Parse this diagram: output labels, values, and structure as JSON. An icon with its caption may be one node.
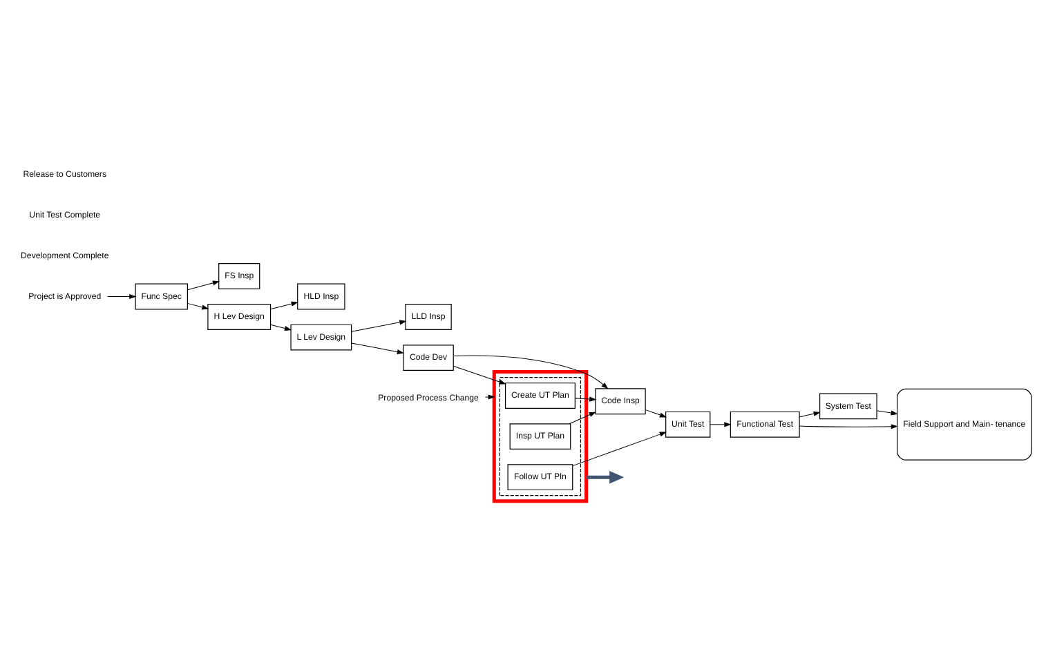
{
  "diagram": {
    "nodes": [
      {
        "text": [
          "Project is Approved"
        ]
      },
      {
        "text": [
          "Func Spec"
        ]
      },
      {
        "text": [
          "FS Insp"
        ]
      },
      {
        "text": [
          "H Lev Design"
        ]
      },
      {
        "text": [
          "HLD Insp"
        ]
      },
      {
        "text": [
          "L Lev Design"
        ]
      },
      {
        "text": [
          "LLD Insp"
        ]
      },
      {
        "text": [
          "Code Dev"
        ]
      },
      {
        "text": [
          "Code Insp"
        ]
      },
      {
        "text": [
          "Unit Test"
        ]
      },
      {
        "text": [
          "Functional Test"
        ]
      },
      {
        "text": [
          "System Test"
        ]
      },
      {
        "text": [
          "Field Support and Main- tenance"
        ]
      },
      {
        "text": [
          "Proposed Process Change"
        ]
      },
      {
        "text": [],
        "shape": "box"
      },
      {
        "text": [],
        "shape": "box",
        "in": 14
      },
      {
        "text": [
          "Create UT Plan"
        ],
        "in": 15
      },
      {
        "text": [
          "Insp UT Plan"
        ],
        "in": 15
      },
      {
        "text": [
          "Follow UT Pln"
        ],
        "in": 15
      }
    ],
    "edges": [
      {
        "from": 0,
        "to": 1,
        "arrow": "to"
      },
      {
        "from": 1,
        "to": 2,
        "arrow": "to"
      },
      {
        "from": 1,
        "to": 3,
        "arrow": "to"
      },
      {
        "from": 3,
        "to": 4,
        "arrow": "to"
      },
      {
        "from": 3,
        "to": 5,
        "arrow": "to"
      },
      {
        "from": 5,
        "to": 6,
        "arrow": "to"
      },
      {
        "from": 5,
        "to": 7,
        "arrow": "to"
      },
      {
        "from": 7,
        "to": 8,
        "arrow": "to"
      },
      {
        "from": 8,
        "to": 9,
        "arrow": "to"
      },
      {
        "from": 9,
        "to": 10,
        "arrow": "to"
      },
      {
        "from": 10,
        "to": 12,
        "arrow": "to"
      },
      {
        "from": 10,
        "to": 11,
        "arrow": "to"
      },
      {
        "from": 11,
        "to": 12,
        "arrow": "to"
      },
      {
        "from": 7,
        "to": 16,
        "arrow": "to"
      },
      {
        "from": 16,
        "to": 8,
        "arrow": "to"
      },
      {
        "from": 17,
        "to": 8,
        "arrow": "to"
      },
      {
        "from": 18,
        "to": 9,
        "arrow": "to"
      },
      {
        "from": 13,
        "to": 14,
        "arrow": "to"
      },
      {
        "from": 14,
        "to": null,
        "arrow": "to",
        "style": "thick",
        "color": "#3f5570"
      }
    ],
    "labels": [
      "Development Complete",
      "Unit Test Complete",
      "Release to Customers"
    ]
  }
}
